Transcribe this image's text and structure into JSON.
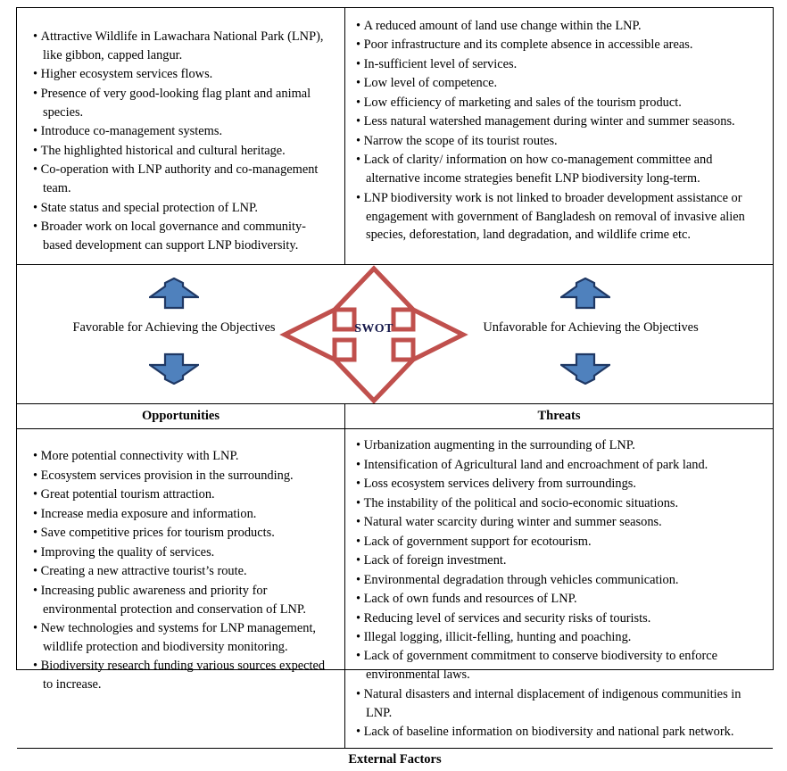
{
  "diagram": {
    "title": "SWOT",
    "center_label": "SWOT",
    "colors": {
      "cross_arrow_outline": "#c0504d",
      "blue_arrow_fill": "#4f81bd",
      "blue_arrow_outline": "#1f3864",
      "border": "#000000",
      "text": "#000000",
      "swot_word": "#15184a"
    }
  },
  "middle_band": {
    "left_label": "Favorable for Achieving the Objectives",
    "right_label": "Unfavorable for Achieving the Objectives",
    "arrows": {
      "up_left": "up-arrow",
      "down_left": "down-arrow",
      "up_right": "up-arrow",
      "down_right": "down-arrow",
      "center": "four-way-arrow"
    }
  },
  "headers": {
    "opportunities": "Opportunities",
    "threats": "Threats"
  },
  "footer": {
    "external_factors": "External Factors"
  },
  "quadrants": {
    "strengths": {
      "items": [
        "Attractive Wildlife in Lawachara National Park (LNP), like gibbon, capped langur.",
        "Higher ecosystem services flows.",
        "Presence of very good-looking flag plant and animal species.",
        "Introduce co-management systems.",
        "The highlighted historical and cultural heritage.",
        "Co-operation with LNP authority and co-management team.",
        "State status and special protection of LNP.",
        "Broader work on local governance and community-based development can support LNP biodiversity."
      ]
    },
    "weaknesses": {
      "items": [
        "A reduced amount of land use change within the LNP.",
        "Poor infrastructure and its complete absence in accessible areas.",
        "In-sufficient level of services.",
        "Low level of competence.",
        "Low efficiency of marketing and sales of the tourism product.",
        "Less natural watershed management during winter and summer seasons.",
        "Narrow the scope of its tourist routes.",
        "Lack of clarity/ information on how co-management committee and alternative income strategies benefit LNP biodiversity long-term.",
        "LNP biodiversity work is not linked to broader development assistance or engagement with government of Bangladesh on removal of invasive alien species, deforestation, land degradation, and wildlife crime etc."
      ]
    },
    "opportunities": {
      "items": [
        "More potential connectivity with LNP.",
        "Ecosystem services provision in the surrounding.",
        "Great potential tourism attraction.",
        "Increase media exposure and information.",
        "Save competitive prices for tourism products.",
        "Improving the quality of services.",
        "Creating a new attractive tourist’s route.",
        "Increasing public awareness and priority for environmental protection and conservation of LNP.",
        "New technologies and systems for LNP management, wildlife protection and biodiversity monitoring.",
        "Biodiversity research funding various sources expected to increase."
      ]
    },
    "threats": {
      "items": [
        "Urbanization augmenting in the surrounding of LNP.",
        "Intensification of Agricultural land and encroachment of park land.",
        "Loss ecosystem services delivery from surroundings.",
        "The instability of the political and socio-economic situations.",
        "Natural water scarcity during winter and summer seasons.",
        "Lack of government support for ecotourism.",
        "Lack of foreign investment.",
        "Environmental degradation through vehicles communication.",
        "Lack of own funds and resources of LNP.",
        "Reducing level of services and security risks of tourists.",
        "Illegal logging, illicit-felling, hunting and poaching.",
        "Lack of government commitment to conserve biodiversity to enforce environmental laws.",
        "Natural disasters and internal displacement of indigenous communities in LNP.",
        "Lack of baseline information on biodiversity and national park network."
      ]
    }
  }
}
